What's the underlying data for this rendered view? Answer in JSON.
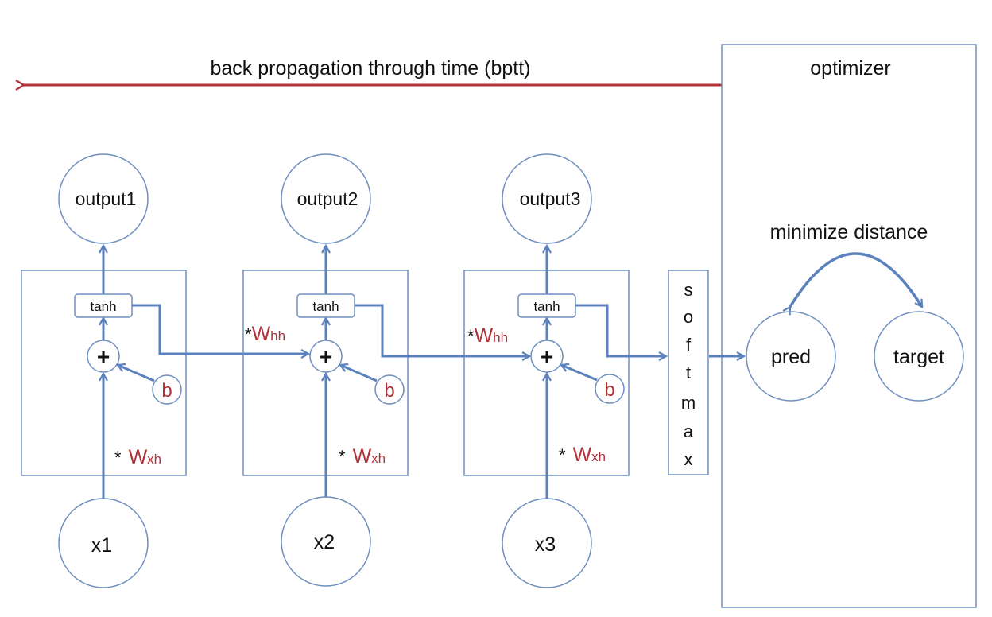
{
  "bptt": {
    "label": "back propagation through time (bptt)"
  },
  "optimizer": {
    "title": "optimizer",
    "minimize_label": "minimize distance",
    "pred_label": "pred",
    "target_label": "target"
  },
  "softmax": {
    "letters": [
      "s",
      "o",
      "f",
      "t",
      "m",
      "a",
      "x"
    ]
  },
  "cells": [
    {
      "output": "output1",
      "input": "x1",
      "activation": "tanh",
      "plus": "+",
      "bias": "b",
      "wxh_star": "*",
      "wxh_main": "W",
      "wxh_sub": "xh"
    },
    {
      "output": "output2",
      "input": "x2",
      "activation": "tanh",
      "plus": "+",
      "bias": "b",
      "wxh_star": "*",
      "wxh_main": "W",
      "wxh_sub": "xh",
      "whh_star": "*",
      "whh_main": "W",
      "whh_sub": "hh"
    },
    {
      "output": "output3",
      "input": "x3",
      "activation": "tanh",
      "plus": "+",
      "bias": "b",
      "wxh_star": "*",
      "wxh_main": "W",
      "wxh_sub": "xh",
      "whh_star": "*",
      "whh_main": "W",
      "whh_sub": "hh"
    }
  ],
  "colors": {
    "stroke": "#6e8fbf",
    "arrow_blue": "#5b82bd",
    "arrow_red": "#b2323a",
    "weight_text": "#b2323a"
  }
}
